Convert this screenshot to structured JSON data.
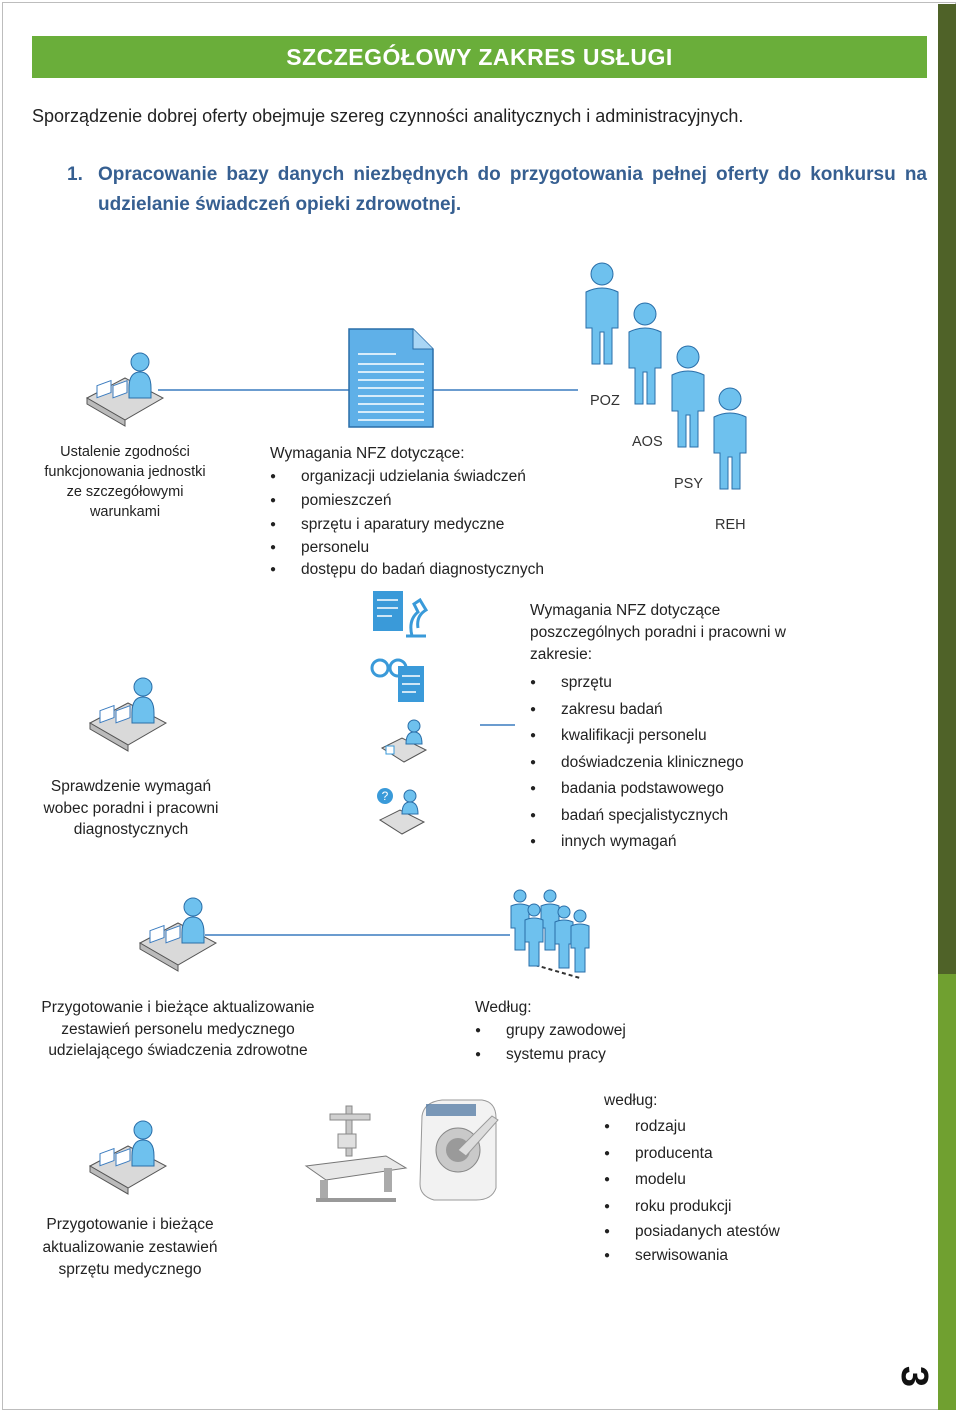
{
  "header": {
    "title": "SZCZEGÓŁOWY ZAKRES USŁUGI"
  },
  "intro": "Sporządzenie dobrej oferty obejmuje szereg czynności analitycznych i administracyjnych.",
  "section1": {
    "number": "1.",
    "title": "Opracowanie bazy danych niezbędnych do przygotowania pełnej oferty do konkursu na udzielanie świadczeń opieki zdrowotnej."
  },
  "block1": {
    "left_label": "Ustalenie zgodności funkcjonowania jednostki ze szczegółowymi warunkami",
    "list_heading": "Wymagania NFZ dotyczące:",
    "items": [
      "organizacji udzielania świadczeń",
      "pomieszczeń",
      "sprzętu i aparatury medyczne",
      "personelu",
      "dostępu do badań diagnostycznych"
    ],
    "tags": [
      "POZ",
      "AOS",
      "PSY",
      "REH"
    ]
  },
  "block2": {
    "left_label": "Sprawdzenie wymagań wobec poradni i pracowni diagnostycznych",
    "list_heading": "Wymagania NFZ dotyczące poszczególnych poradni i pracowni w zakresie:",
    "items": [
      "sprzętu",
      "zakresu badań",
      "kwalifikacji personelu",
      "doświadczenia klinicznego",
      "badania podstawowego",
      "badań specjalistycznych",
      "innych wymagań"
    ]
  },
  "block3": {
    "left_label": "Przygotowanie i bieżące aktualizowanie zestawień personelu medycznego udzielającego świadczenia zdrowotne",
    "list_heading": "Według:",
    "items": [
      "grupy zawodowej",
      "systemu pracy"
    ]
  },
  "block4": {
    "left_label": "Przygotowanie i bieżące aktualizowanie zestawień sprzętu medycznego",
    "list_heading": "według:",
    "items": [
      "rodzaju",
      "producenta",
      "modelu",
      "roku produkcji",
      "posiadanych atestów",
      "serwisowania"
    ]
  },
  "page_number": "3",
  "colors": {
    "header_bg": "#6aae3a",
    "heading_blue": "#365f91",
    "sidebar_dark": "#4f6228",
    "icon_blue": "#4aa3df"
  }
}
